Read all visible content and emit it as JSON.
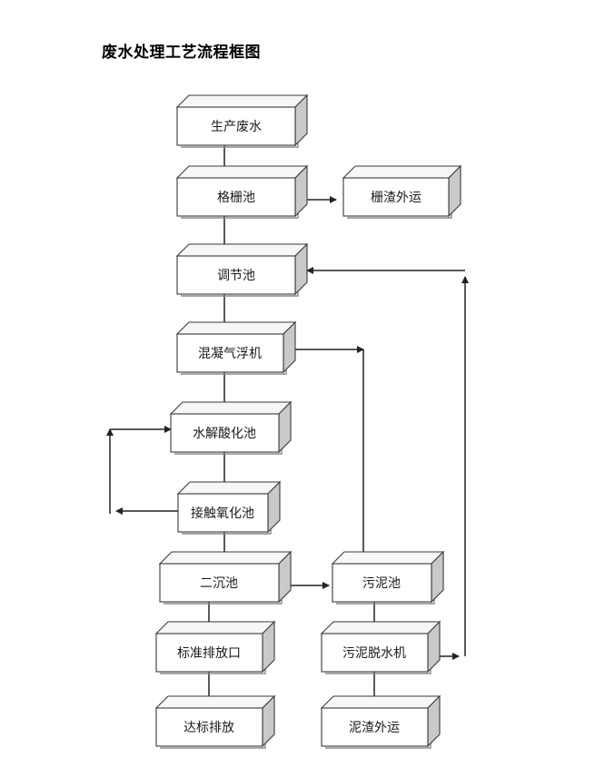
{
  "document": {
    "title": "废水处理工艺流程框图",
    "background_color": "#ffffff"
  },
  "colors": {
    "box_front": "#ffffff",
    "box_top": "#f7f7f5",
    "box_side": "#c9c9c9",
    "box_outline": "#3a3a3a",
    "line": "#222222",
    "text": "#1a1a1a"
  },
  "diagram": {
    "type": "process-flowchart",
    "orientation": "top-to-bottom",
    "node_count": 12,
    "nodes": [
      {
        "id": "n1",
        "label": "生产废水",
        "column": "left",
        "row": 1
      },
      {
        "id": "n2",
        "label": "格栅池",
        "column": "left",
        "row": 2
      },
      {
        "id": "n3",
        "label": "栅渣外运",
        "column": "right",
        "row": 2
      },
      {
        "id": "n4",
        "label": "调节池",
        "column": "left",
        "row": 3
      },
      {
        "id": "n5",
        "label": "混凝气浮机",
        "column": "left",
        "row": 4
      },
      {
        "id": "n6",
        "label": "水解酸化池",
        "column": "left",
        "row": 5
      },
      {
        "id": "n7",
        "label": "接触氧化池",
        "column": "left",
        "row": 6
      },
      {
        "id": "n8",
        "label": "二沉池",
        "column": "left",
        "row": 7
      },
      {
        "id": "n9",
        "label": "污泥池",
        "column": "right",
        "row": 7
      },
      {
        "id": "n10",
        "label": "标准排放口",
        "column": "left",
        "row": 8
      },
      {
        "id": "n11",
        "label": "污泥脱水机",
        "column": "right",
        "row": 8
      },
      {
        "id": "n12",
        "label": "达标排放",
        "column": "left",
        "row": 9
      },
      {
        "id": "n13",
        "label": "泥渣外运",
        "column": "right",
        "row": 9
      }
    ],
    "edges": [
      {
        "from": "生产废水",
        "to": "格栅池",
        "style": "straight-down"
      },
      {
        "from": "格栅池",
        "to": "栅渣外运",
        "style": "straight-right"
      },
      {
        "from": "格栅池",
        "to": "调节池",
        "style": "straight-down"
      },
      {
        "from": "调节池",
        "to": "混凝气浮机",
        "style": "straight-down"
      },
      {
        "from": "混凝气浮机",
        "to": "水解酸化池",
        "style": "straight-down"
      },
      {
        "from": "混凝气浮机",
        "to": "污泥池",
        "style": "right-then-down"
      },
      {
        "from": "水解酸化池",
        "to": "接触氧化池",
        "style": "straight-down"
      },
      {
        "from": "接触氧化池",
        "to": "水解酸化池",
        "style": "left-loop-return"
      },
      {
        "from": "接触氧化池",
        "to": "二沉池",
        "style": "straight-down"
      },
      {
        "from": "二沉池",
        "to": "污泥池",
        "style": "straight-right"
      },
      {
        "from": "二沉池",
        "to": "标准排放口",
        "style": "straight-down"
      },
      {
        "from": "污泥池",
        "to": "污泥脱水机",
        "style": "straight-down"
      },
      {
        "from": "标准排放口",
        "to": "达标排放",
        "style": "straight-down"
      },
      {
        "from": "污泥脱水机",
        "to": "泥渣外运",
        "style": "straight-down"
      },
      {
        "from": "污泥脱水机",
        "to": "调节池",
        "style": "right-up-left-return"
      }
    ]
  }
}
